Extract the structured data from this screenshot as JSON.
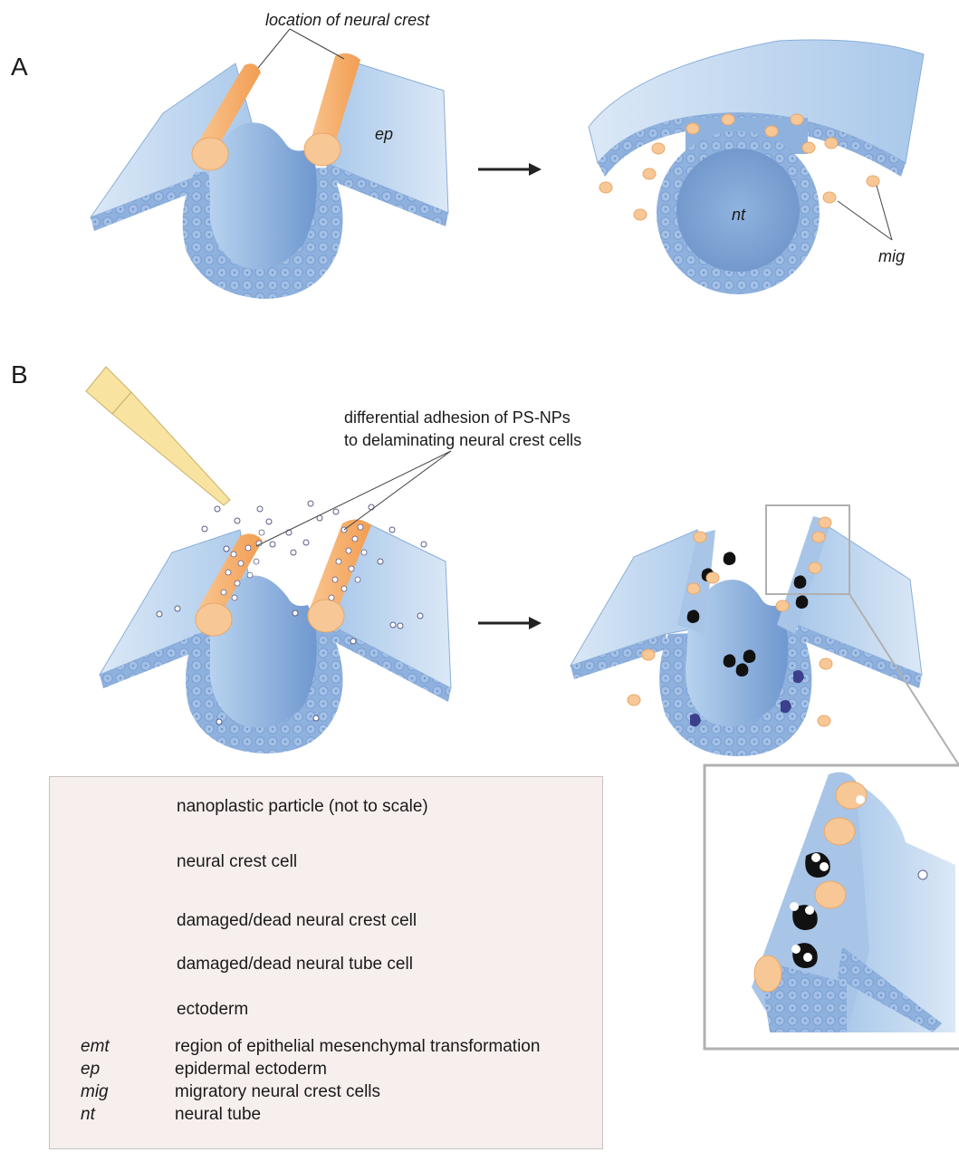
{
  "panels": {
    "a": "A",
    "b": "B"
  },
  "annotations": {
    "neural_crest_location": "location of neural crest",
    "ep": "ep",
    "nt": "nt",
    "mig": "mig",
    "adhesion_line1": "differential adhesion of PS-NPs",
    "adhesion_line2": "to delaminating neural crest cells"
  },
  "legend": {
    "items": [
      {
        "icon": "nanoplastic-particle-icon",
        "label": "nanoplastic particle (not to scale)"
      },
      {
        "icon": "neural-crest-cell-icon",
        "label": "neural crest cell"
      },
      {
        "icon": "damaged-neural-crest-cell-icon",
        "label": "damaged/dead neural crest cell"
      },
      {
        "icon": "damaged-neural-tube-cell-icon",
        "label": "damaged/dead neural tube cell"
      },
      {
        "icon": "ectoderm-swatch-icon",
        "label": "ectoderm"
      }
    ],
    "abbreviations": [
      {
        "abbr": "emt",
        "definition": "region of epithelial mesenchymal transformation"
      },
      {
        "abbr": "ep",
        "definition": "epidermal ectoderm"
      },
      {
        "abbr": "mig",
        "definition": "migratory neural crest cells"
      },
      {
        "abbr": "nt",
        "definition": "neural tube"
      }
    ]
  },
  "colors": {
    "ectoderm_light": "#cfe0f2",
    "ectoderm_mid": "#9dbfe4",
    "ectoderm_dark": "#6f93c9",
    "neural_crest": "#f6b472",
    "crest_cell": "#f8c796",
    "damaged_crest": "#111111",
    "damaged_tube": "#3b3f8c",
    "pipette": "#f8e3a0",
    "legend_bg": "#f7efed"
  }
}
